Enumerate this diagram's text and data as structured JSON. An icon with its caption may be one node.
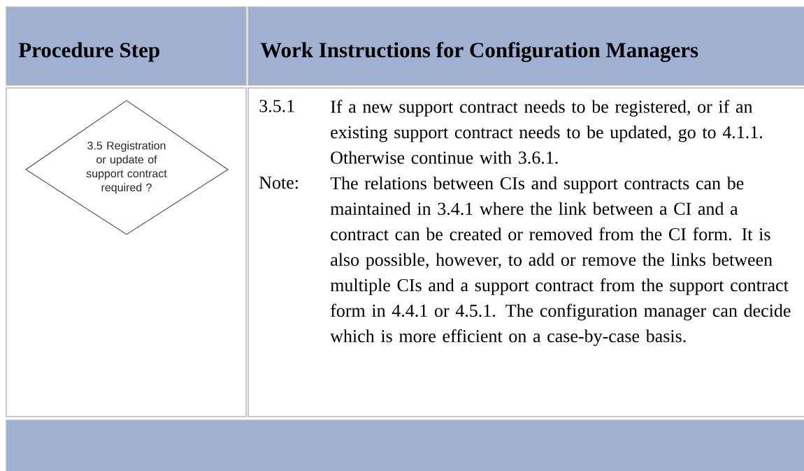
{
  "diagram": {
    "nodes": [
      {
        "text": [
          "3.5 Registration or update of support contract required ?"
        ]
      }
    ],
    "labels": [
      "Procedure Step",
      "Work Instructions for Configuration Managers",
      "3.5.1",
      "If a new support contract needs to be registered, or if an existing support contract needs to be updated, go to 4.1.1. Otherwise continue with 3.6.1.",
      "Note:",
      "The relations between CIs and support contracts can be maintained in 3.4.1 where the link between a CI and a contract can be created or removed from the CI form. It is also possible, however, to add or remove the links between multiple CIs and a support contract from the support contract form in 4.4.1 or 4.5.1. The configuration manager can decide which is more efficient on a case-by-case basis."
    ]
  }
}
